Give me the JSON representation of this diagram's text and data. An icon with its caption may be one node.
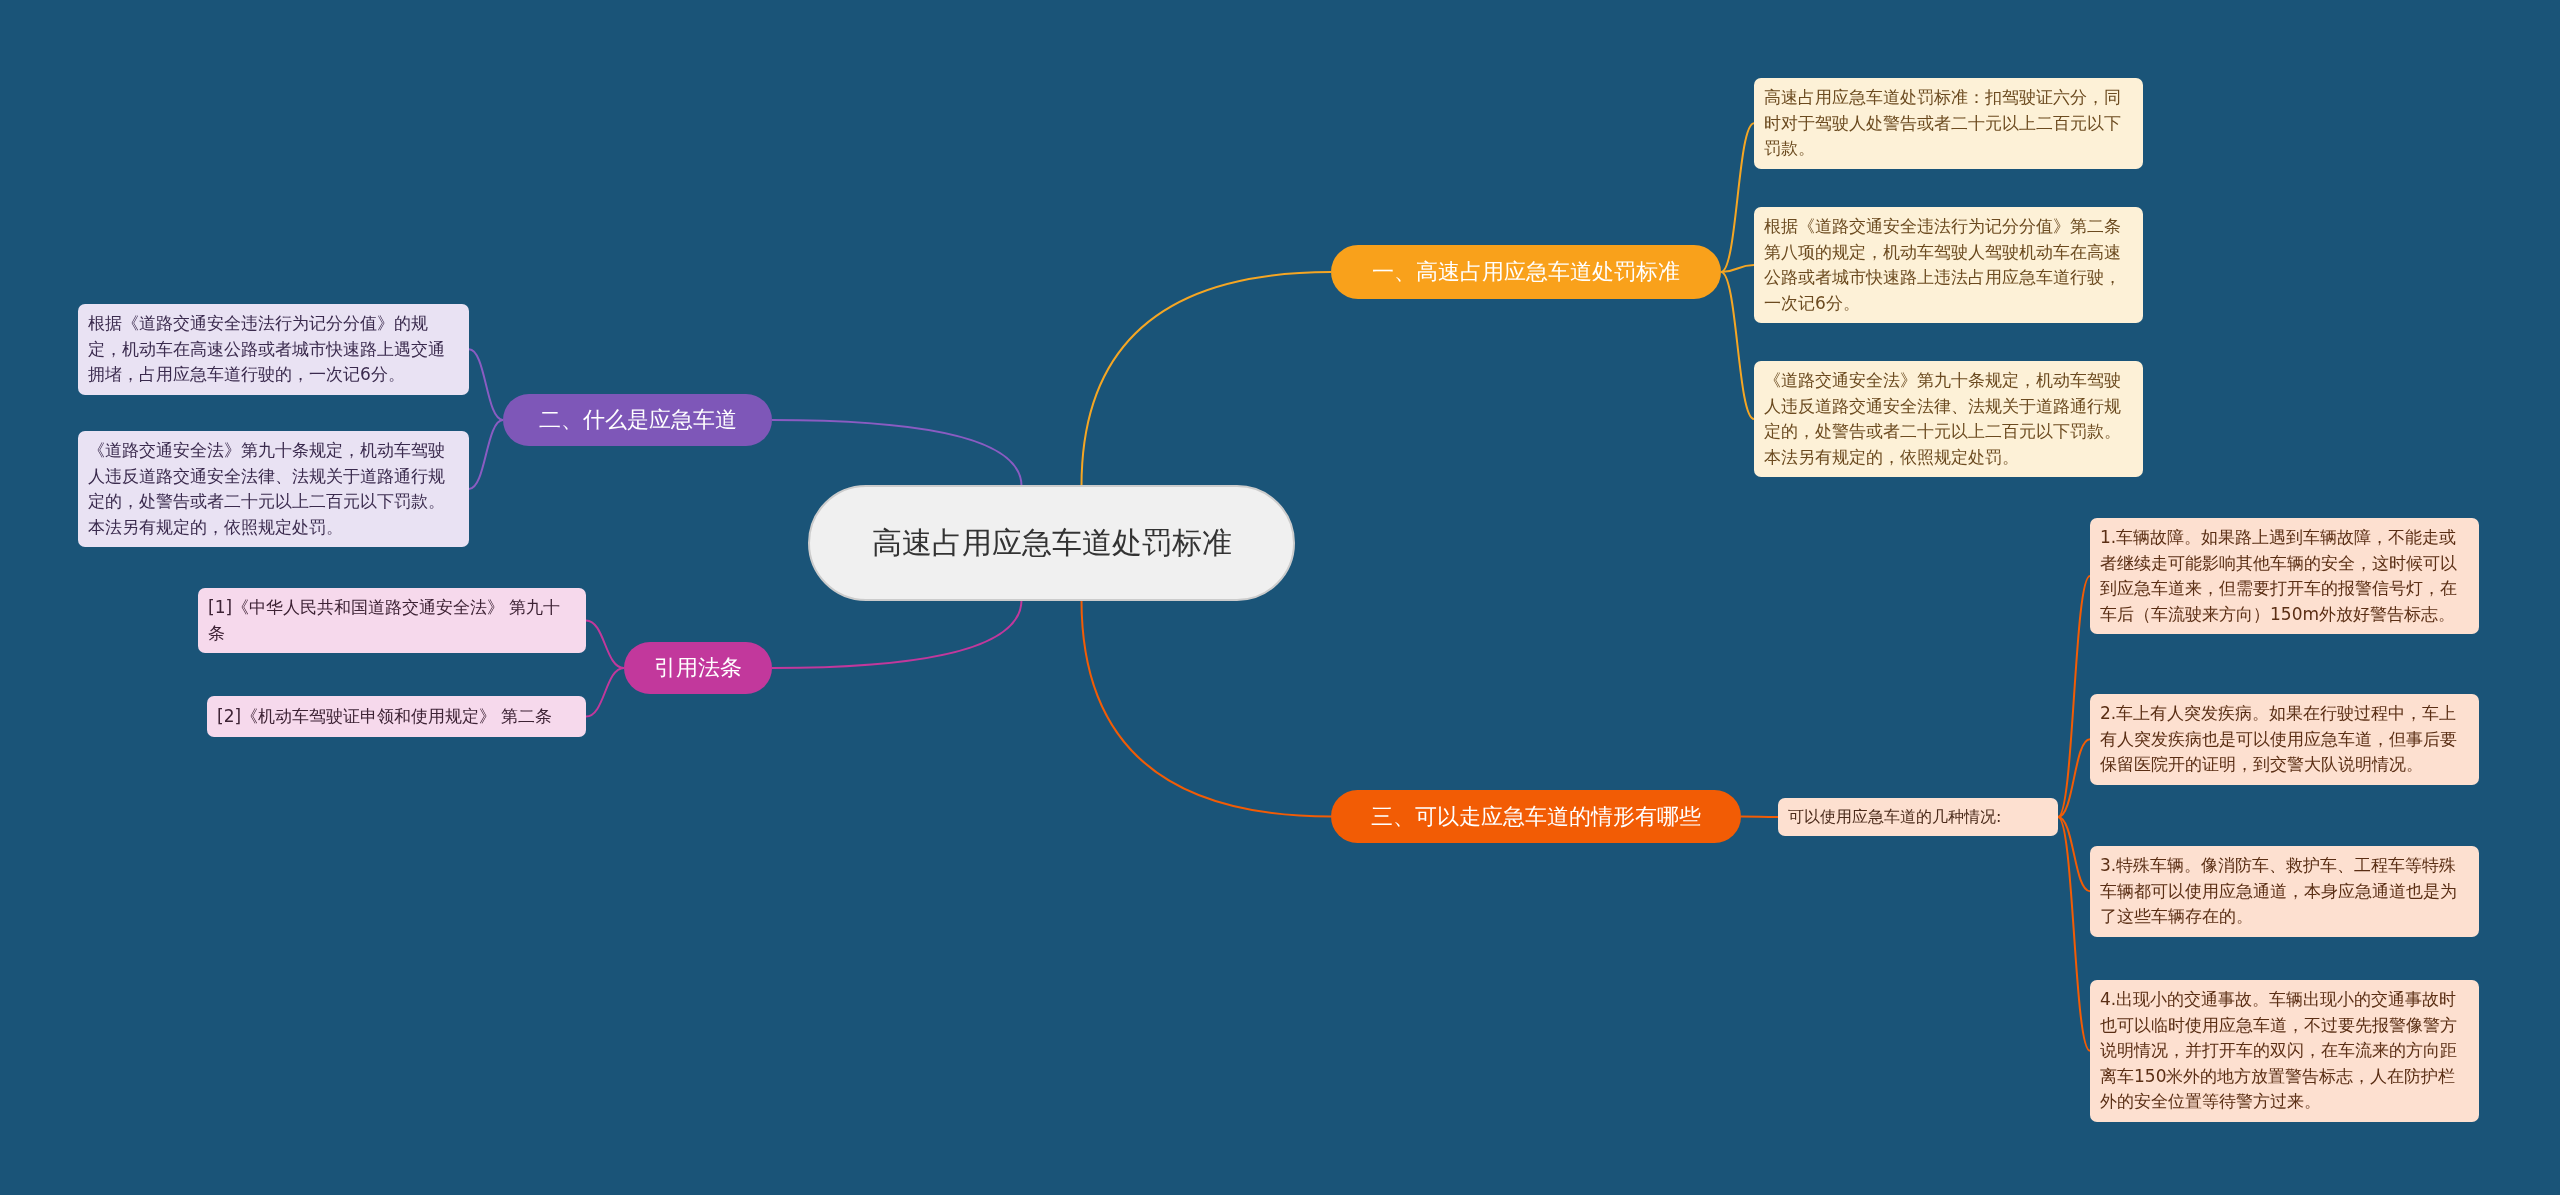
{
  "diagram": {
    "nodes": [
      {
        "text": [
          "高速占用应急车道处罚标准"
        ]
      },
      {
        "text": [
          "一、高速占用应急车道处罚标准"
        ]
      },
      {
        "text": [
          "高速占用应急车道处罚标准：扣驾驶证六分，同时对于驾驶人处警告或者二十元以上二百元以下罚款。"
        ]
      },
      {
        "text": [
          "根据《道路交通安全违法行为记分分值》第二条第八项的规定，机动车驾驶人驾驶机动车在高速公路或者城市快速路上违法占用应急车道行驶，一次记6分。"
        ]
      },
      {
        "text": [
          "《道路交通安全法》第九十条规定，机动车驾驶人违反道路交通安全法律、法规关于道路通行规定的，处警告或者二十元以上二百元以下罚款。本法另有规定的，依照规定处罚。"
        ]
      },
      {
        "text": [
          "二、什么是应急车道"
        ]
      },
      {
        "text": [
          "根据《道路交通安全违法行为记分分值》的规定，机动车在高速公路或者城市快速路上遇交通拥堵，占用应急车道行驶的，一次记6分。"
        ]
      },
      {
        "text": [
          "《道路交通安全法》第九十条规定，机动车驾驶人违反道路交通安全法律、法规关于道路通行规定的，处警告或者二十元以上二百元以下罚款。本法另有规定的，依照规定处罚。"
        ]
      },
      {
        "text": [
          "引用法条"
        ]
      },
      {
        "text": [
          "[1]《中华人民共和国道路交通安全法》 第九十条"
        ]
      },
      {
        "text": [
          "[2]《机动车驾驶证申领和使用规定》 第二条"
        ]
      },
      {
        "text": [
          "三、可以走应急车道的情形有哪些"
        ]
      },
      {
        "text": [
          "可以使用应急车道的几种情况:"
        ]
      },
      {
        "text": [
          "1.车辆故障。如果路上遇到车辆故障，不能走或者继续走可能影响其他车辆的安全，这时候可以到应急车道来，但需要打开车的报警信号灯，在车后（车流驶来方向）150m外放好警告标志。"
        ]
      },
      {
        "text": [
          "2.车上有人突发疾病。如果在行驶过程中，车上有人突发疾病也是可以使用应急车道，但事后要保留医院开的证明，到交警大队说明情况。"
        ]
      },
      {
        "text": [
          "3.特殊车辆。像消防车、救护车、工程车等特殊车辆都可以使用应急通道，本身应急通道也是为了这些车辆存在的。"
        ]
      },
      {
        "text": [
          "4.出现小的交通事故。车辆出现小的交通事故时也可以临时使用应急车道，不过要先报警像警方说明情况，并打开车的双闪，在车流来的方向距离车150米外的地方放置警告标志，人在防护栏外的安全位置等待警方过来。"
        ]
      }
    ],
    "edges": [
      {
        "from": 0,
        "to": 1,
        "arrow": "none",
        "color": "#f5a623"
      },
      {
        "from": 1,
        "to": 2,
        "arrow": "none",
        "color": "#f5a623"
      },
      {
        "from": 1,
        "to": 3,
        "arrow": "none",
        "color": "#f5a623"
      },
      {
        "from": 1,
        "to": 4,
        "arrow": "none",
        "color": "#f5a623"
      },
      {
        "from": 0,
        "to": 5,
        "arrow": "none",
        "color": "#8a5cc2"
      },
      {
        "from": 5,
        "to": 6,
        "arrow": "none",
        "color": "#8a5cc2"
      },
      {
        "from": 5,
        "to": 7,
        "arrow": "none",
        "color": "#8a5cc2"
      },
      {
        "from": 0,
        "to": 8,
        "arrow": "none",
        "color": "#c2389c"
      },
      {
        "from": 8,
        "to": 9,
        "arrow": "none",
        "color": "#c2389c"
      },
      {
        "from": 8,
        "to": 10,
        "arrow": "none",
        "color": "#c2389c"
      },
      {
        "from": 0,
        "to": 11,
        "arrow": "none",
        "color": "#f25c05"
      },
      {
        "from": 11,
        "to": 12,
        "arrow": "none",
        "color": "#f25c05"
      },
      {
        "from": 12,
        "to": 13,
        "arrow": "none",
        "color": "#f25c05"
      },
      {
        "from": 12,
        "to": 14,
        "arrow": "none",
        "color": "#f25c05"
      },
      {
        "from": 12,
        "to": 15,
        "arrow": "none",
        "color": "#f25c05"
      },
      {
        "from": 12,
        "to": 16,
        "arrow": "none",
        "color": "#f25c05"
      }
    ]
  }
}
